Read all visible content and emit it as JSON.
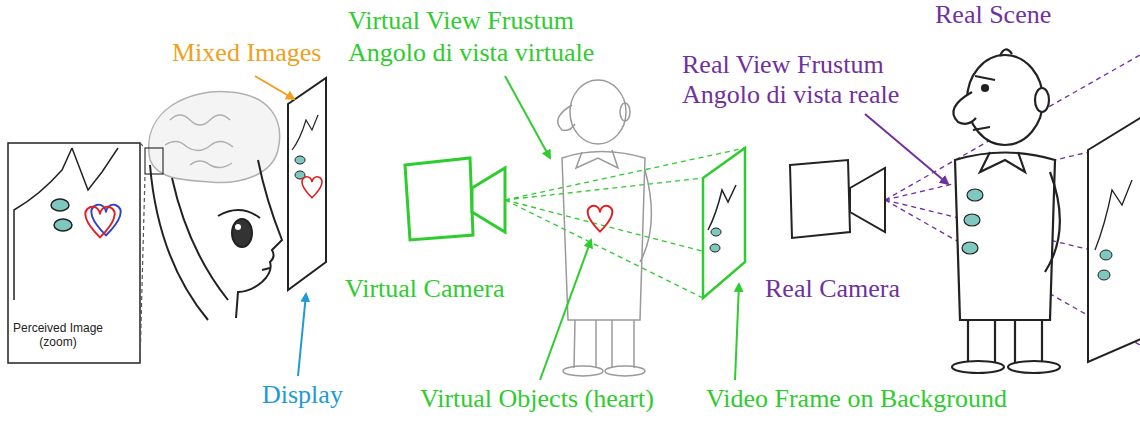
{
  "diagram": {
    "labels": [
      "Real Scene",
      "Mixed Images",
      "Virtual View Frustum",
      "Angolo di vista virtuale",
      "Real View Frustum",
      "Angolo di vista reale",
      "Perceived Image (zoom)",
      "Virtual Camera",
      "Real Camera",
      "Display",
      "Virtual Objects (heart)",
      "Video Frame on Background"
    ]
  }
}
